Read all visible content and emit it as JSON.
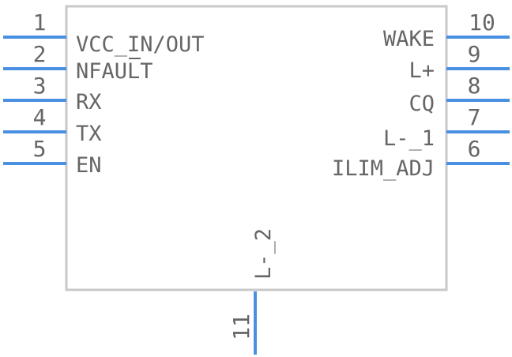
{
  "component": {
    "left_pins": [
      {
        "number": "1",
        "label": "VCC_IN/OUT"
      },
      {
        "number": "2",
        "label": "NFAULT"
      },
      {
        "number": "3",
        "label": "RX"
      },
      {
        "number": "4",
        "label": "TX"
      },
      {
        "number": "5",
        "label": "EN"
      }
    ],
    "right_pins": [
      {
        "number": "10",
        "label": "WAKE"
      },
      {
        "number": "9",
        "label": "L+"
      },
      {
        "number": "8",
        "label": "CQ"
      },
      {
        "number": "7",
        "label": "L-_1"
      },
      {
        "number": "6",
        "label": "ILIM_ADJ"
      }
    ],
    "bottom_pins": [
      {
        "number": "11",
        "label": "L-_2"
      }
    ]
  },
  "colors": {
    "pin": "#4a90e2",
    "body_outline": "#c8c8c8",
    "text": "#666666"
  }
}
